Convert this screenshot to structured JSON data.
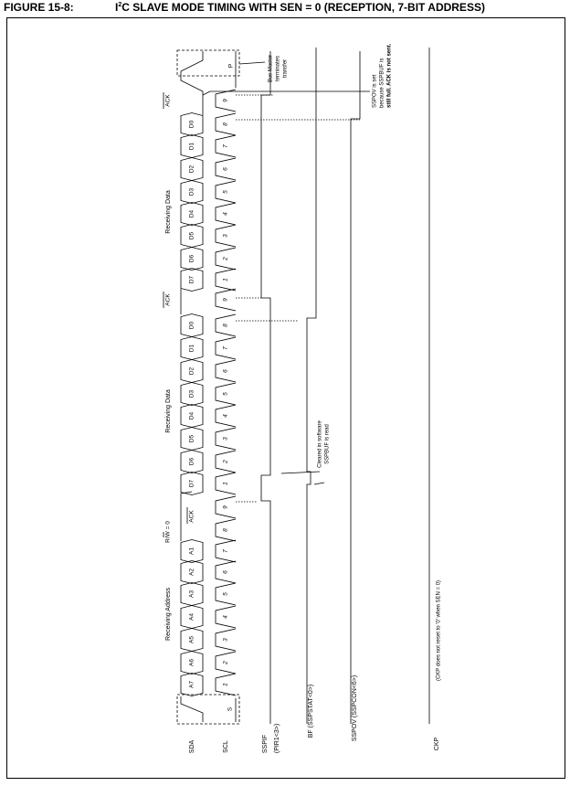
{
  "figure": {
    "number": "FIGURE 15-8:",
    "title_prefix": "I",
    "title_sup": "2",
    "title_rest": "C SLAVE MODE TIMING WITH SEN = 0 (RECEPTION, 7-BIT ADDRESS)"
  },
  "signals": {
    "sda": "SDA",
    "scl": "SCL",
    "sspif": "SSPIF",
    "sspif_reg": "(PIR1<3>)",
    "bf": "BF (SSPSTAT<0>)",
    "sspov": "SSPOV (SSPCON<6>)",
    "ckp": "CKP"
  },
  "groups": {
    "address": "Receiving Address",
    "data1": "Receiving Data",
    "data2": "Receiving Data"
  },
  "address_bits": [
    "A7",
    "A6",
    "A5",
    "A4",
    "A3",
    "A2",
    "A1"
  ],
  "data_bits": [
    "D7",
    "D6",
    "D5",
    "D4",
    "D3",
    "D2",
    "D1",
    "D0"
  ],
  "ack": "ACK",
  "rw": "R/W = 0",
  "start": "S",
  "stop": "P",
  "clock_numbers": [
    "1",
    "2",
    "3",
    "4",
    "5",
    "6",
    "7",
    "8",
    "9"
  ],
  "annotations": {
    "cleared_1": "Cleared in software",
    "cleared_2": "SSPBUF is read",
    "sspov_1": "SSPOV is set",
    "sspov_2": "because SSPBUF is",
    "sspov_3": "still full. ACK is not sent.",
    "bus_1": "Bus Master",
    "bus_2": "terminates",
    "bus_3": "transfer",
    "ckp_note": "(CKP does not reset to '0' when SEN = 0)"
  }
}
